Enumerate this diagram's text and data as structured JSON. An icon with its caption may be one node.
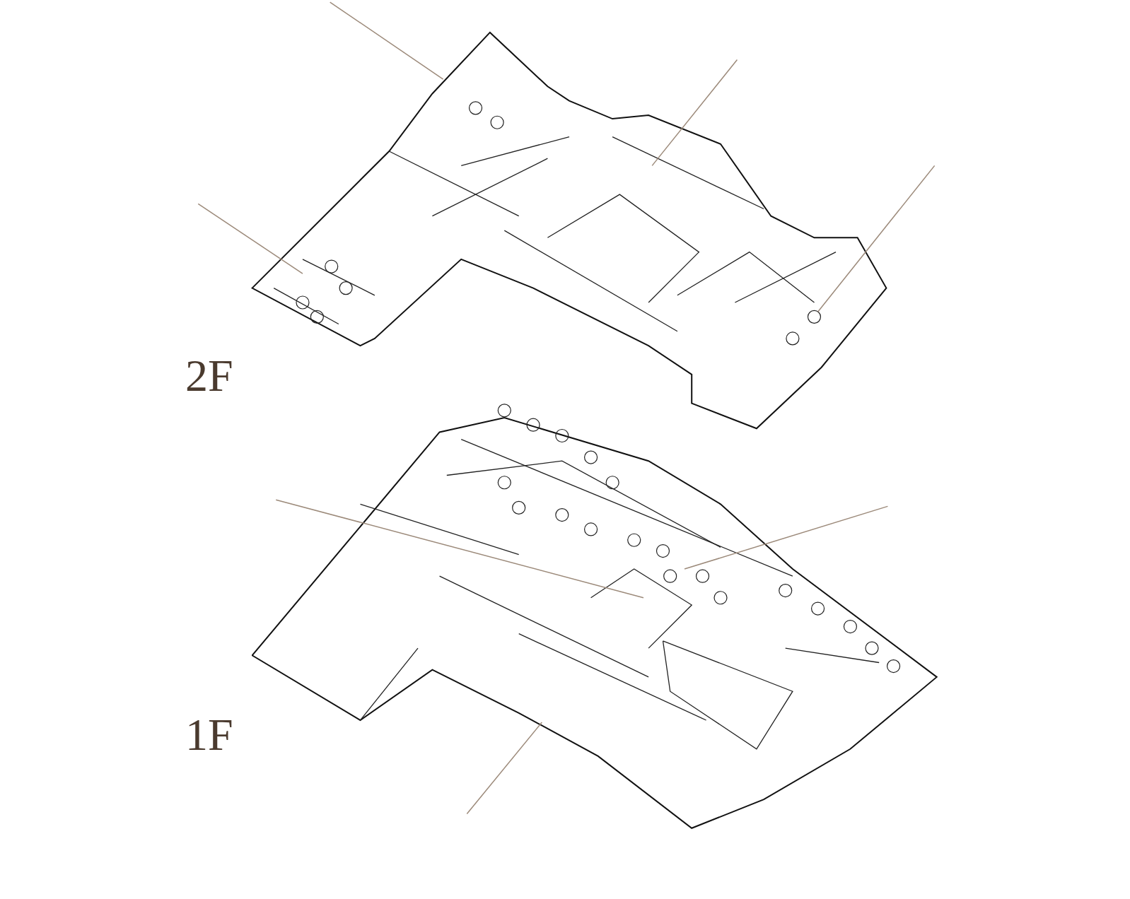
{
  "diagram": {
    "nodes": [
      {
        "text": [],
        "shape": "picture",
        "beside": [
          "2F"
        ]
      },
      {
        "text": [],
        "shape": "picture",
        "beside": [
          "1F"
        ]
      }
    ],
    "edges": [
      {
        "from": null,
        "to": 0,
        "arrow": "none"
      },
      {
        "from": null,
        "to": 0,
        "arrow": "none"
      },
      {
        "from": null,
        "to": 0,
        "arrow": "none"
      },
      {
        "from": null,
        "to": 0,
        "arrow": "none"
      },
      {
        "from": null,
        "to": 1,
        "arrow": "none"
      },
      {
        "from": null,
        "to": 1,
        "arrow": "none"
      },
      {
        "from": null,
        "to": 1,
        "arrow": "none"
      }
    ]
  }
}
